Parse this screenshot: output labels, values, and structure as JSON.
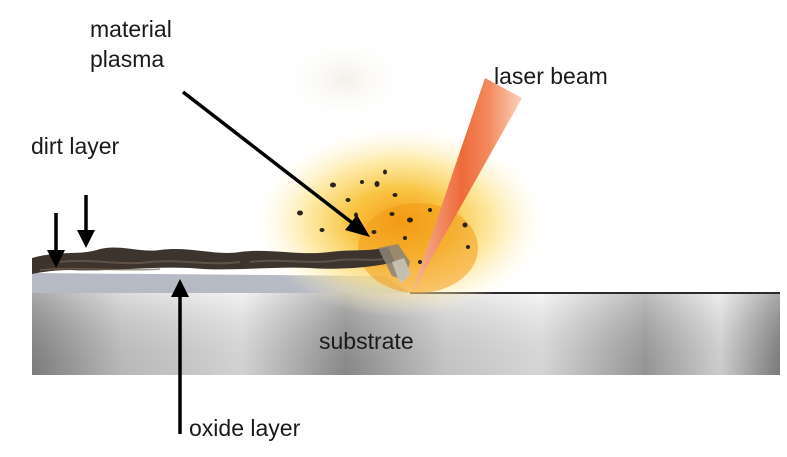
{
  "labels": {
    "material": "material",
    "plasma": "plasma",
    "laser_beam": "laser beam",
    "dirt_layer": "dirt layer",
    "substrate": "substrate",
    "oxide_layer": "oxide layer"
  },
  "colors": {
    "substrate_light": "#e6e6e6",
    "substrate_dark": "#7a7a7a",
    "oxide_layer": "#b8bcc6",
    "dirt_layer": "#3a322c",
    "plasma_core": "#f5a21e",
    "plasma_glow": "#fde9a6",
    "laser_beam": "#f06a3c",
    "arrows": "#000000"
  }
}
